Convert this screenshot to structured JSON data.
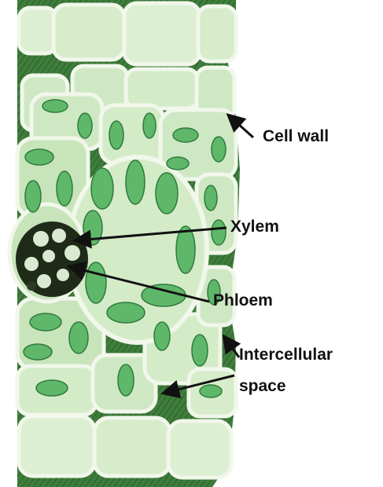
{
  "labels": {
    "cell_wall": "Cell wall",
    "xylem": "Xylem",
    "phloem": "Phloem",
    "intercellular_line1": "Intercellular",
    "intercellular_line2": "space"
  },
  "colors": {
    "cell_fill": "#cfe8c4",
    "cell_wall": "#e8f2de",
    "chloroplast": "#5fb86a",
    "chloroplast_dark": "#2f7a3c",
    "intercellular": "#3d7a3a",
    "vascular": "#1f2a18",
    "arrow": "#111111"
  }
}
